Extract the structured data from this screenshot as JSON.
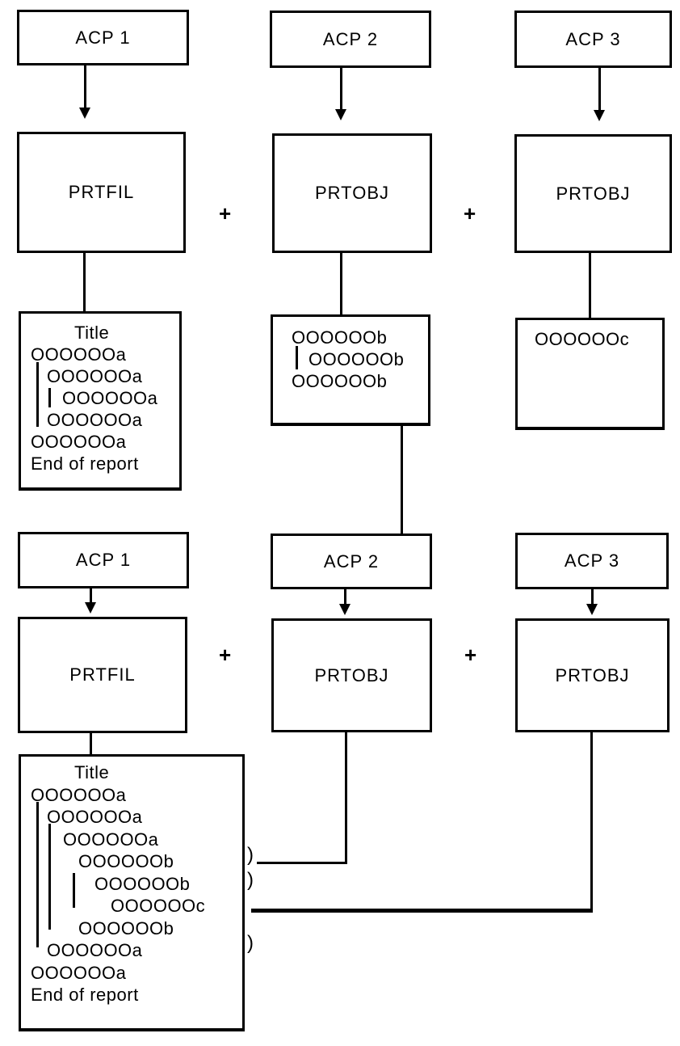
{
  "colors": {
    "ink": "#000000",
    "background": "#ffffff"
  },
  "plus": "+",
  "paren": ")",
  "top_flow": {
    "acp1": "ACP 1",
    "acp2": "ACP 2",
    "acp3": "ACP 3",
    "prog1": "PRTFIL",
    "prog2": "PRTOBJ",
    "prog3": "PRTOBJ",
    "report1": {
      "lines": [
        "Title",
        "OOOOOOa",
        "OOOOOOa",
        "OOOOOOa",
        "OOOOOOa",
        "OOOOOOa",
        "End of report"
      ]
    },
    "report2": {
      "lines": [
        "OOOOOOb",
        "OOOOOOb",
        "OOOOOOb"
      ]
    },
    "report3": {
      "lines": [
        "OOOOOOc"
      ]
    }
  },
  "bottom_flow": {
    "acp1": "ACP 1",
    "acp2": "ACP 2",
    "acp3": "ACP 3",
    "prog1": "PRTFIL",
    "prog2": "PRTOBJ",
    "prog3": "PRTOBJ",
    "merged_report": {
      "lines": [
        "Title",
        "OOOOOOa",
        "OOOOOOa",
        "OOOOOOa",
        "OOOOOOb",
        "OOOOOOb",
        "OOOOOOc",
        "OOOOOOb",
        "OOOOOOa",
        "OOOOOOa",
        "End of report"
      ]
    }
  }
}
